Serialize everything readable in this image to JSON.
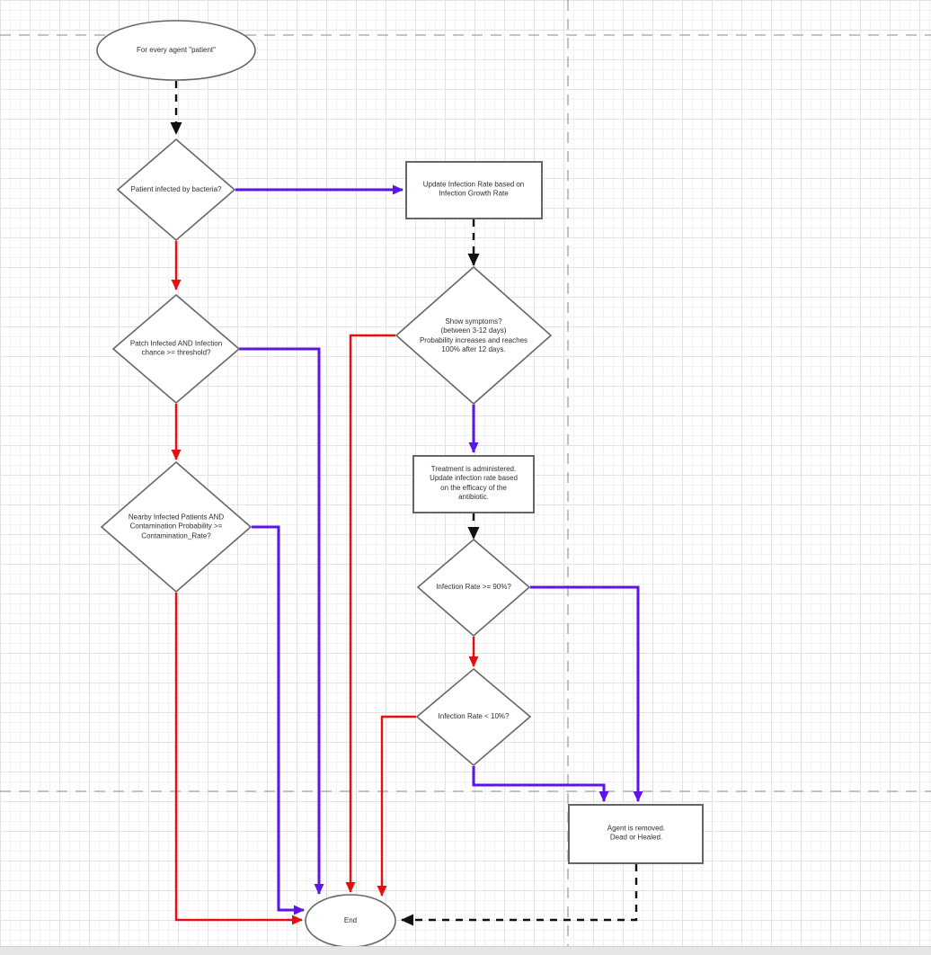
{
  "colors": {
    "red": "#e60f0f",
    "purple": "#5c14e8",
    "black": "#111111",
    "guide": "#b0b0b0",
    "stroke": "#666666",
    "text": "#2e2e2e",
    "gridminor": "#f2f2f2",
    "gridmajor": "#e2e2e2"
  },
  "nodes": {
    "start": {
      "type": "ellipse",
      "label": "For every agent \"patient\""
    },
    "d1": {
      "type": "decision",
      "label": "Patient infected by bacteria?"
    },
    "r1": {
      "type": "process",
      "label": "Update Infection Rate based on\nInfection Growth Rate"
    },
    "d2": {
      "type": "decision",
      "label": "Patch Infected AND Infection\nchance >= threshold?"
    },
    "d3": {
      "type": "decision",
      "label": "Nearby Infected Patients AND\nContamination Probability >=\nContamination_Rate?"
    },
    "d4": {
      "type": "decision",
      "label": "Show symptoms?\n(between 3-12 days)\nProbability increases and reaches\n100% after 12 days."
    },
    "r2": {
      "type": "process",
      "label": "Treatment is administered.\nUpdate infection rate based\non the efficacy of the\nantibiotic."
    },
    "d5": {
      "type": "decision",
      "label": "Infection Rate >= 90%?"
    },
    "d6": {
      "type": "decision",
      "label": "Infection Rate < 10%?"
    },
    "r3": {
      "type": "process",
      "label": "Agent is removed.\nDead or Healed."
    },
    "end": {
      "type": "ellipse",
      "label": "End"
    }
  }
}
